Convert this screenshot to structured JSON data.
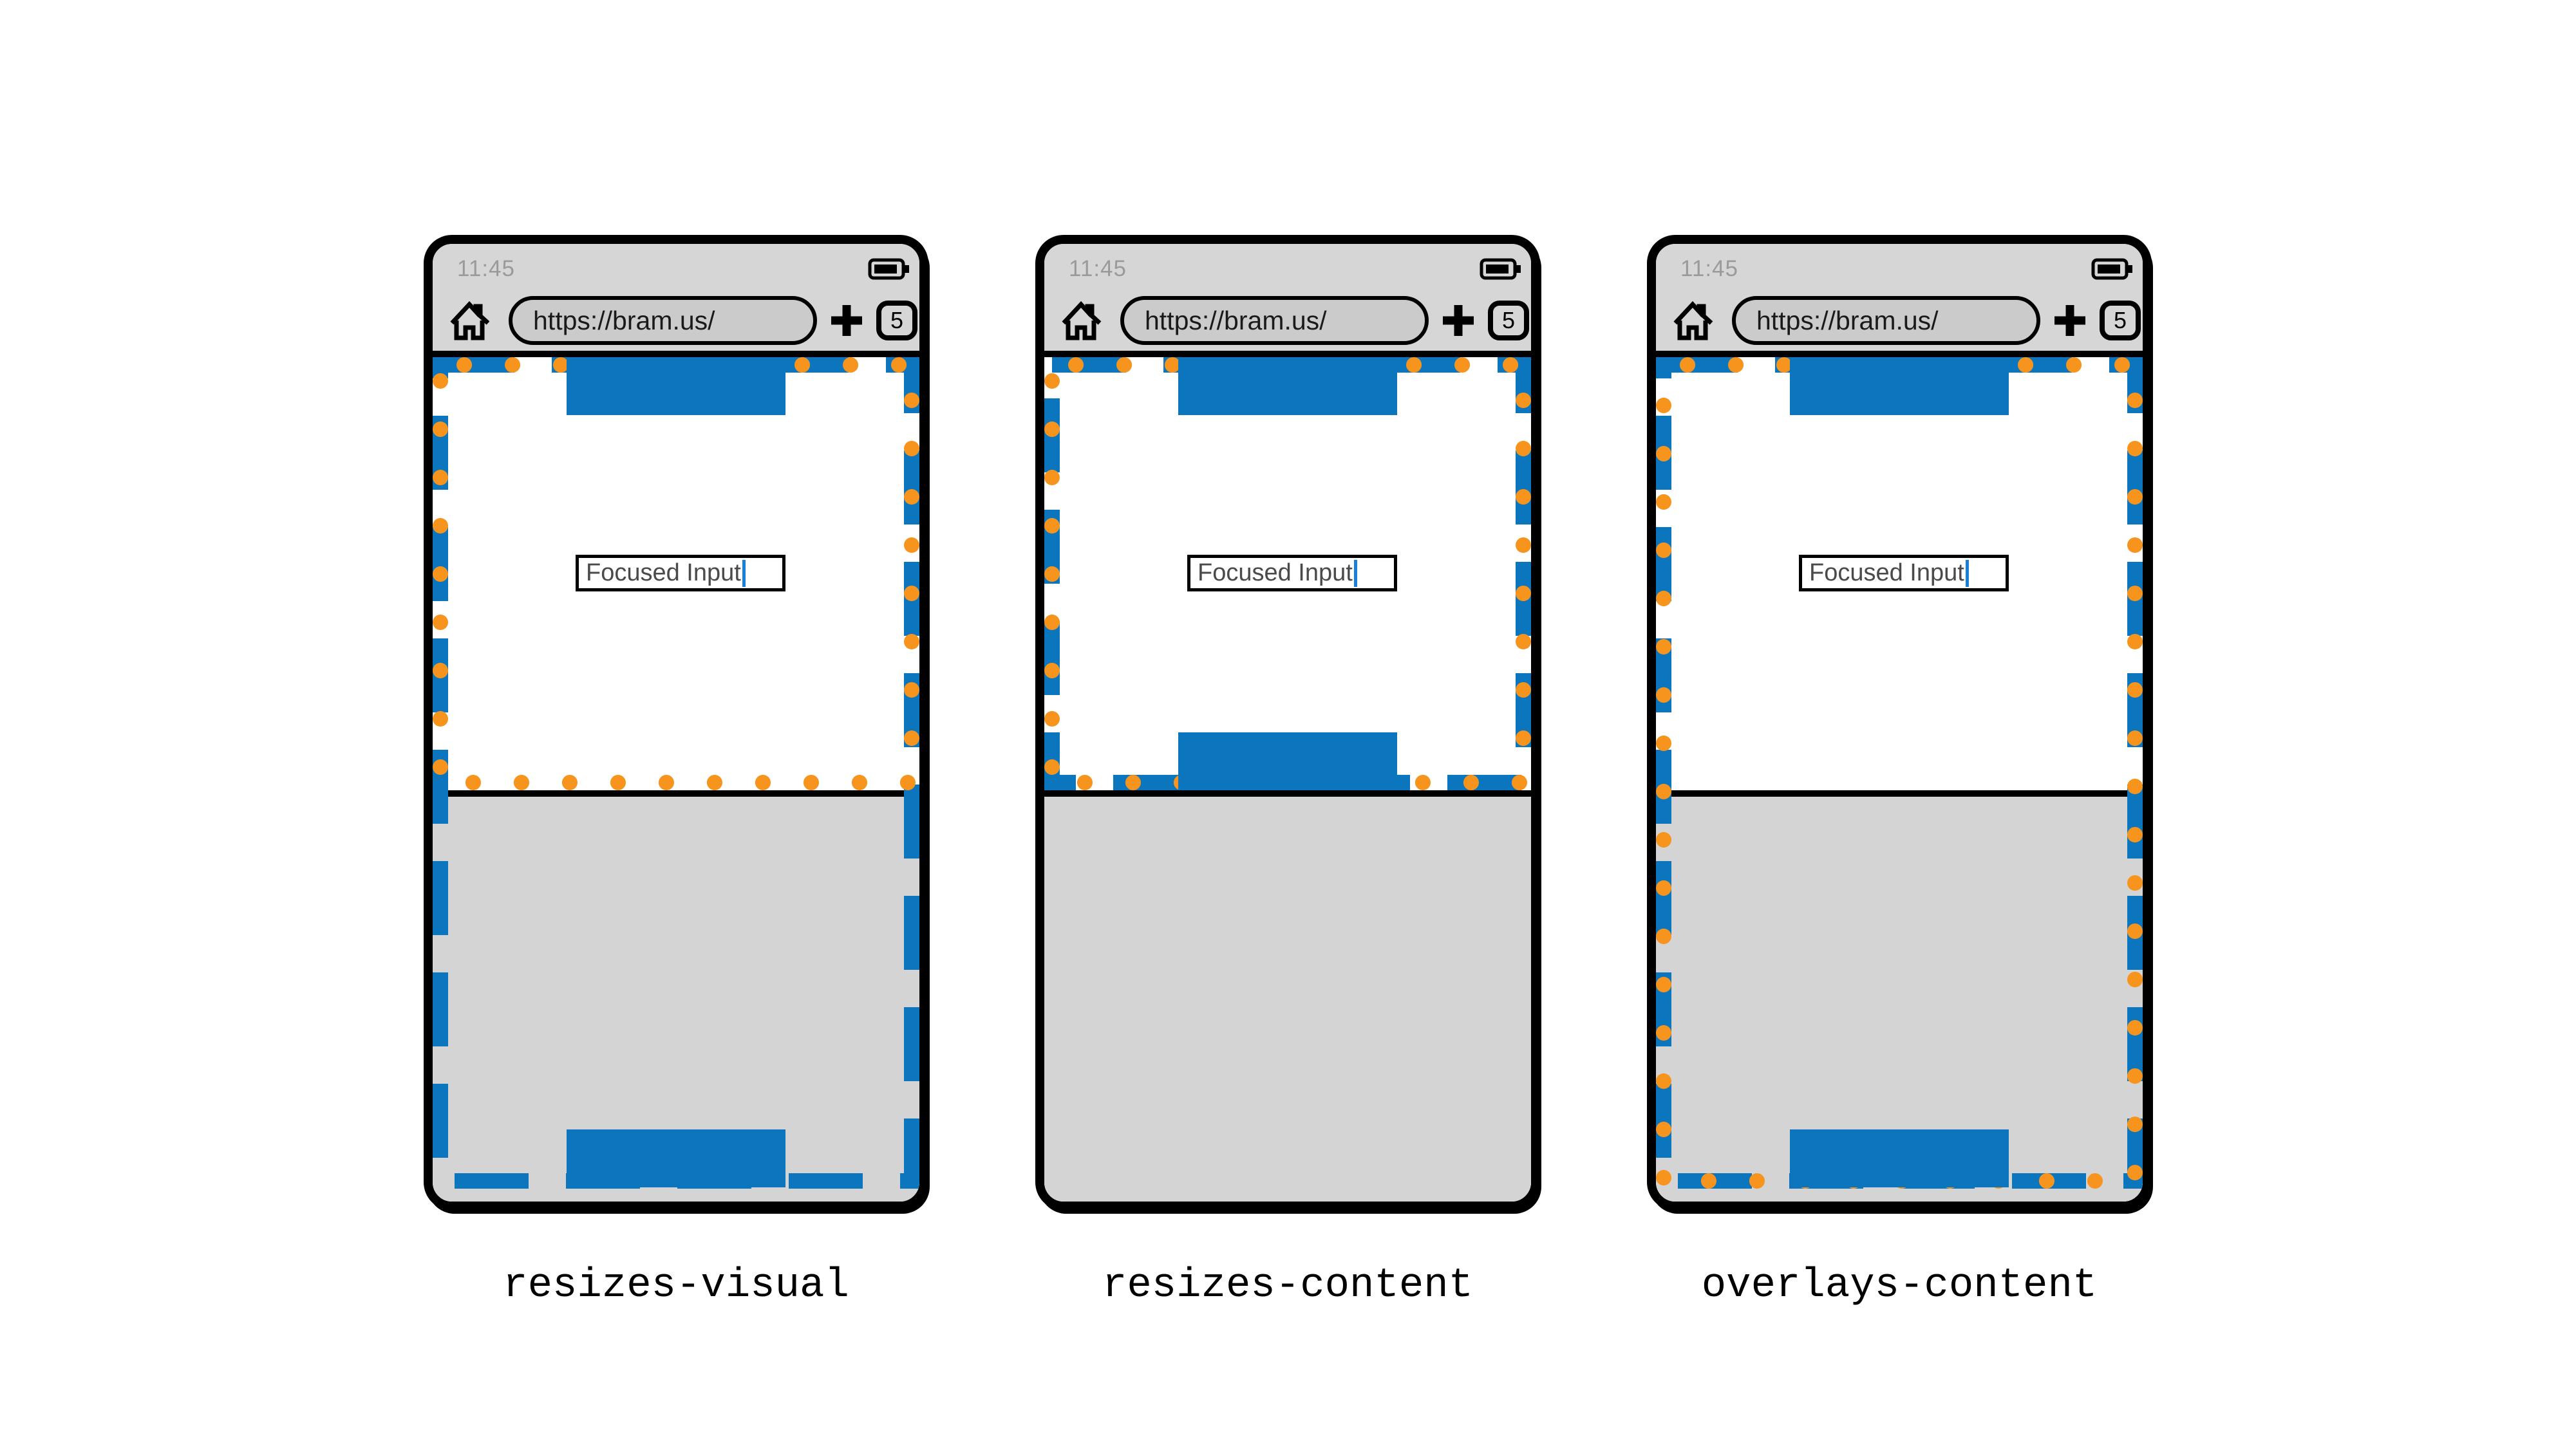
{
  "colors": {
    "blue": "#0B76BE",
    "orange": "#F7941D",
    "chrome_gray": "#D6D6D6",
    "keyboard_gray": "#D4D4D4",
    "pill_gray": "#CBCBCB",
    "time_gray": "#9A9A9A",
    "input_text": "#4A4A4A",
    "caret_blue": "#1B7ED7"
  },
  "icons": {
    "battery": "battery-full-icon",
    "home": "home-icon",
    "new_tab": "plus-icon",
    "text_caret": "caret"
  },
  "phones": [
    {
      "label": "resizes-visual",
      "status": {
        "time": "11:45"
      },
      "browser": {
        "url": "https://bram.us/",
        "tab_count": "5"
      },
      "page": {
        "input_value": "Focused Input"
      }
    },
    {
      "label": "resizes-content",
      "status": {
        "time": "11:45"
      },
      "browser": {
        "url": "https://bram.us/",
        "tab_count": "5"
      },
      "page": {
        "input_value": "Focused Input"
      }
    },
    {
      "label": "overlays-content",
      "status": {
        "time": "11:45"
      },
      "browser": {
        "url": "https://bram.us/",
        "tab_count": "5"
      },
      "page": {
        "input_value": "Focused Input"
      }
    }
  ]
}
